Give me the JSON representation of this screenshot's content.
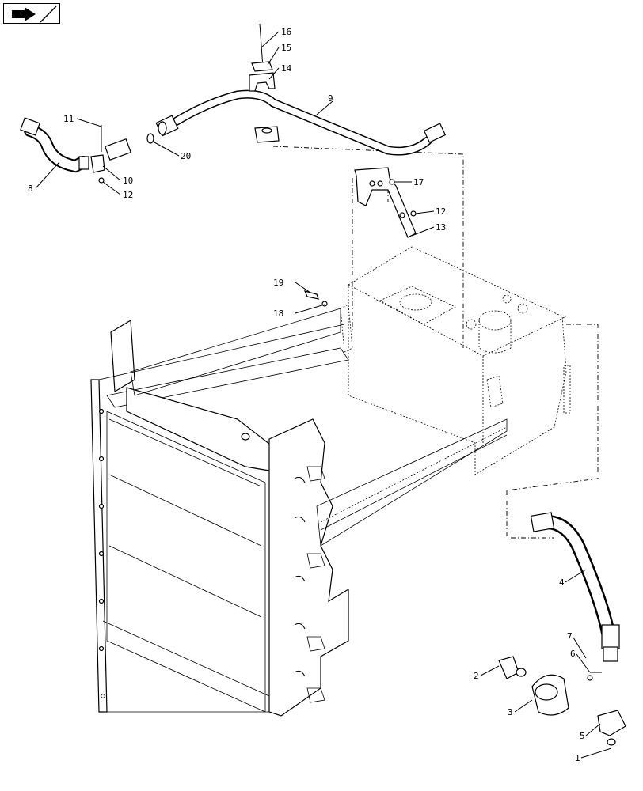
{
  "navigation": {
    "icon": "return-arrow-icon"
  },
  "callouts": [
    {
      "id": "c1",
      "text": "1"
    },
    {
      "id": "c2",
      "text": "2"
    },
    {
      "id": "c3",
      "text": "3"
    },
    {
      "id": "c4",
      "text": "4"
    },
    {
      "id": "c5",
      "text": "5"
    },
    {
      "id": "c6",
      "text": "6"
    },
    {
      "id": "c7",
      "text": "7"
    },
    {
      "id": "c8",
      "text": "8"
    },
    {
      "id": "c9",
      "text": "9"
    },
    {
      "id": "c10",
      "text": "10"
    },
    {
      "id": "c11",
      "text": "11"
    },
    {
      "id": "c12a",
      "text": "12"
    },
    {
      "id": "c12b",
      "text": "12"
    },
    {
      "id": "c13",
      "text": "13"
    },
    {
      "id": "c14",
      "text": "14"
    },
    {
      "id": "c15",
      "text": "15"
    },
    {
      "id": "c16",
      "text": "16"
    },
    {
      "id": "c17",
      "text": "17"
    },
    {
      "id": "c18",
      "text": "18"
    },
    {
      "id": "c19",
      "text": "19"
    },
    {
      "id": "c20",
      "text": "20"
    }
  ]
}
